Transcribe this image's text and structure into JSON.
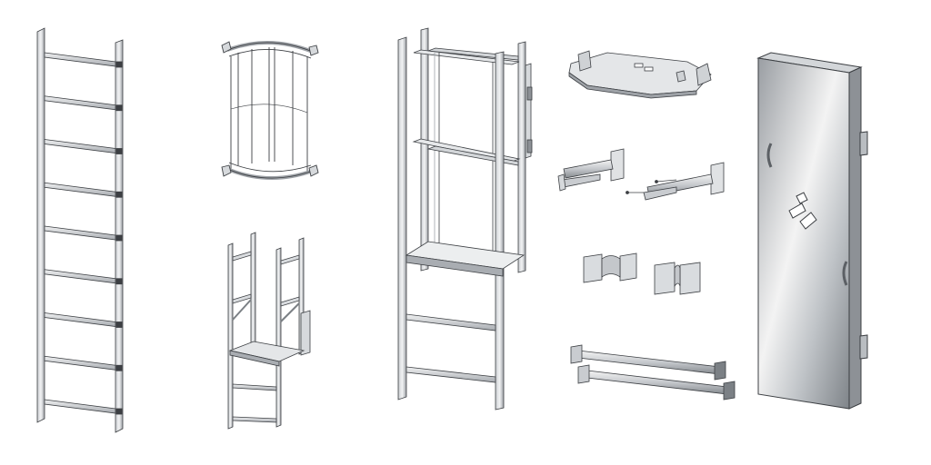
{
  "colors": {
    "background": "#ffffff",
    "steel_light": "#e4e6e8",
    "steel_mid": "#b9bdc1",
    "steel_dark": "#7b8085",
    "outline": "#3c3f43",
    "door_light": "#ededed",
    "door_dark": "#8d9196"
  },
  "components": [
    {
      "name": "straight-ladder-section",
      "rungs": 9
    },
    {
      "name": "safety-cage-hoop",
      "rungs": 0
    },
    {
      "name": "ladder-exit-platform-small",
      "rungs": 3
    },
    {
      "name": "ladder-with-rest-platform",
      "rungs": 3
    },
    {
      "name": "hatch-cover-plate",
      "rungs": 0
    },
    {
      "name": "wall-mounting-brackets",
      "rungs": 0
    },
    {
      "name": "clamp-plates",
      "rungs": 0
    },
    {
      "name": "tension-struts",
      "rungs": 0
    },
    {
      "name": "anti-climb-door",
      "rungs": 0
    }
  ],
  "icons": [
    "door-logo-icon"
  ]
}
